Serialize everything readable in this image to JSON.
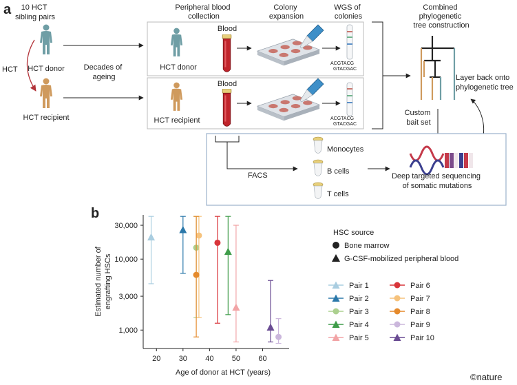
{
  "panel_a": {
    "letter": "a",
    "labels": {
      "pairs": [
        "10 HCT",
        "sibling pairs"
      ],
      "hct": "HCT",
      "donor": "HCT donor",
      "recipient": "HCT recipient",
      "ageing": [
        "Decades of",
        "ageing"
      ],
      "pb_collection": [
        "Peripheral blood",
        "collection"
      ],
      "colony": [
        "Colony",
        "expansion"
      ],
      "wgs": [
        "WGS of",
        "colonies"
      ],
      "combined": [
        "Combined",
        "phylogenetic",
        "tree construction"
      ],
      "blood": "Blood",
      "box_donor": "HCT donor",
      "box_recipient": "HCT recipient",
      "seq1": "ACGTACG",
      "seq2": "GTACGAC",
      "layer_back": [
        "Layer back onto",
        "phylogenetic tree"
      ],
      "bait": [
        "Custom",
        "bait set"
      ],
      "facs": "FACS",
      "monocytes": "Monocytes",
      "bcells": "B cells",
      "tcells": "T cells",
      "deep_seq": [
        "Deep targeted sequencing",
        "of somatic mutations"
      ]
    },
    "colors": {
      "donor": "#6f9ea5",
      "recipient": "#cf9a5d",
      "hct_arrow": "#b3343a",
      "tube": "#c0242b",
      "box_border": "#9bb2cc"
    }
  },
  "panel_b": {
    "letter": "b",
    "legend_title": "HSC source",
    "legend_bm": "Bone marrow",
    "legend_gcsf": "G-CSF-mobilized peripheral blood"
  },
  "footer": "©nature",
  "chart_data": {
    "type": "scatter",
    "xlabel": "Age of donor at HCT (years)",
    "ylabel": [
      "Estimated number of",
      "engrafting HSCs"
    ],
    "yscale": "log",
    "xlim": [
      15,
      70
    ],
    "ylim": [
      550,
      42000
    ],
    "xticks": [
      20,
      30,
      40,
      50,
      60
    ],
    "yticks": [
      1000,
      3000,
      10000,
      30000
    ],
    "ytick_labels": [
      "1,000",
      "3,000",
      "10,000",
      "30,000"
    ],
    "series": [
      {
        "name": "Pair 1",
        "x": 18,
        "y": 20500,
        "low": 4500,
        "high": 40000,
        "color": "#a9cde0",
        "marker": "triangle"
      },
      {
        "name": "Pair 2",
        "x": 30,
        "y": 26000,
        "low": 6300,
        "high": 40000,
        "color": "#2b78aa",
        "marker": "triangle"
      },
      {
        "name": "Pair 3",
        "x": 35,
        "y": 14500,
        "low": 1500,
        "high": 40000,
        "color": "#acd08f",
        "marker": "circle"
      },
      {
        "name": "Pair 4",
        "x": 47,
        "y": 12800,
        "low": 1650,
        "high": 40000,
        "color": "#3f9c4a",
        "marker": "triangle"
      },
      {
        "name": "Pair 5",
        "x": 50,
        "y": 2100,
        "low": 680,
        "high": 30000,
        "color": "#f2a4a6",
        "marker": "triangle"
      },
      {
        "name": "Pair 6",
        "x": 43,
        "y": 17000,
        "low": 1250,
        "high": 40000,
        "color": "#d9353a",
        "marker": "circle"
      },
      {
        "name": "Pair 7",
        "x": 36,
        "y": 21500,
        "low": 1500,
        "high": 40000,
        "color": "#f6c27c",
        "marker": "circle"
      },
      {
        "name": "Pair 8",
        "x": 35,
        "y": 6000,
        "low": 800,
        "high": 40000,
        "color": "#e58a2c",
        "marker": "circle"
      },
      {
        "name": "Pair 9",
        "x": 66,
        "y": 800,
        "low": 650,
        "high": 1450,
        "color": "#cbb7dc",
        "marker": "circle"
      },
      {
        "name": "Pair 10",
        "x": 63,
        "y": 1100,
        "low": 680,
        "high": 5000,
        "color": "#6a4c93",
        "marker": "triangle"
      }
    ]
  }
}
